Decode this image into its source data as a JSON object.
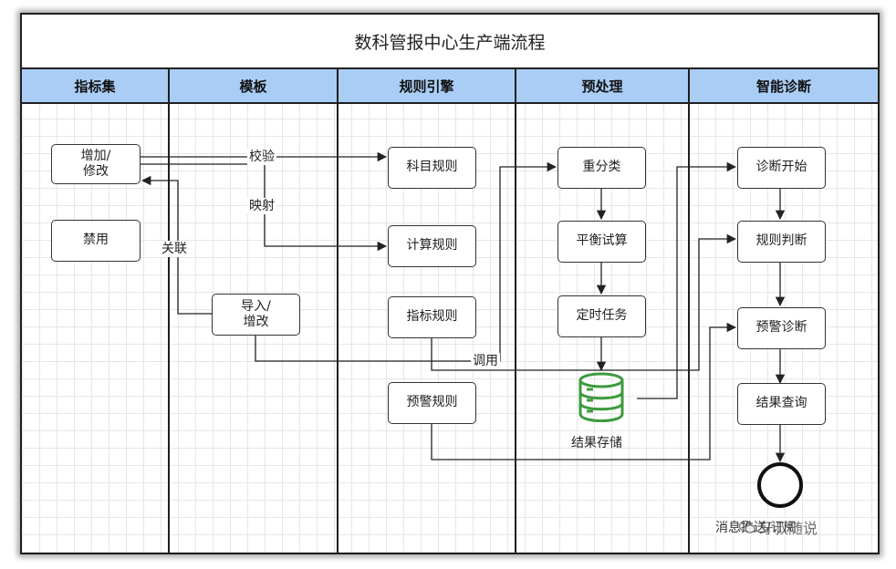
{
  "diagram": {
    "title": "数科管报中心生产端流程",
    "lanes": [
      {
        "id": "lane-indicator-set",
        "label": "指标集"
      },
      {
        "id": "lane-template",
        "label": "模板"
      },
      {
        "id": "lane-rule-engine",
        "label": "规则引擎"
      },
      {
        "id": "lane-preprocess",
        "label": "预处理"
      },
      {
        "id": "lane-smart-diagnosis",
        "label": "智能诊断"
      }
    ],
    "nodes": {
      "add_modify": "增加/\n修改",
      "disable": "禁用",
      "import_modify": "导入/\n增改",
      "subject_rule": "科目规则",
      "calc_rule": "计算规则",
      "indicator_rule": "指标规则",
      "warning_rule": "预警规则",
      "reclassify": "重分类",
      "balance_trial": "平衡试算",
      "scheduled_task": "定时任务",
      "result_storage": "结果存储",
      "diag_start": "诊断开始",
      "rule_judge": "规则判断",
      "warning_diag": "预警诊断",
      "result_query": "结果查询",
      "end_message": "消息推送/订阅"
    },
    "edge_labels": {
      "verify": "校验",
      "map": "映射",
      "associate": "关联",
      "invoke": "调用"
    },
    "icons": {
      "database": "database-icon",
      "end": "end-event-icon"
    },
    "colors": {
      "lane_header": "#a9cdf5",
      "database": "#3d9a3d"
    }
  },
  "watermark": {
    "text": "牙叔随说"
  }
}
